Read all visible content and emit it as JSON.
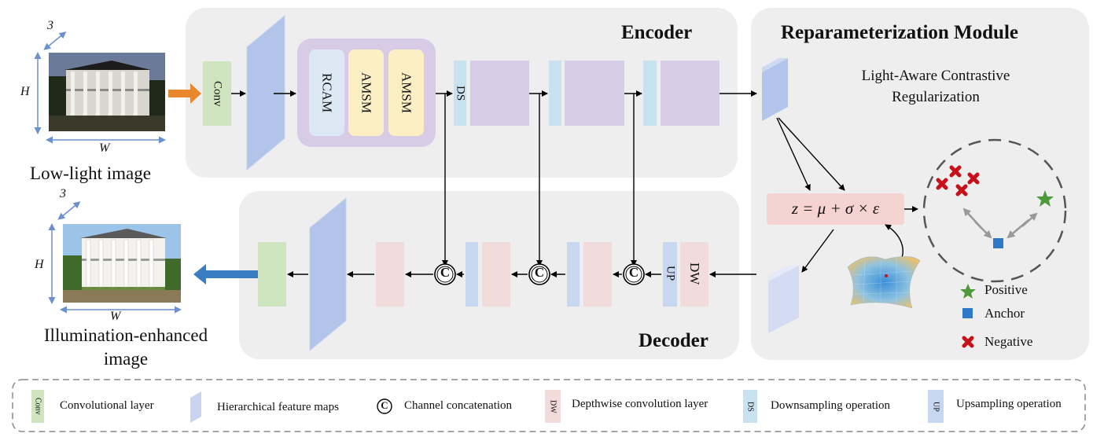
{
  "encoder": {
    "title": "Encoder"
  },
  "decoder": {
    "title": "Decoder"
  },
  "reparam": {
    "title": "Reparameterization Module",
    "lacr_line1": "Light-Aware Contrastive",
    "lacr_line2": "Regularization",
    "equation": "z = μ + σ × ε"
  },
  "blocks": {
    "conv": "Conv",
    "rcam": "RCAM",
    "amsm1": "AMSM",
    "amsm2": "AMSM",
    "ds": "DS",
    "up": "UP",
    "dw": "DW",
    "concat": "C"
  },
  "input": {
    "caption": "Low-light image",
    "dim_channels": "3",
    "dim_height": "H",
    "dim_width": "W"
  },
  "output": {
    "caption_line1": "Illumination-enhanced",
    "caption_line2": "image",
    "dim_channels": "3",
    "dim_height": "H",
    "dim_width": "W"
  },
  "scatter_legend": {
    "positive": "Positive",
    "anchor": "Anchor",
    "negative": "Negative"
  },
  "legend": {
    "conv_icon": "Conv",
    "conv": "Convolutional layer",
    "feature": "Hierarchical feature maps",
    "concat_icon": "C",
    "concat": "Channel concatenation",
    "dw_icon": "DW",
    "dw": "Depthwise convolution layer",
    "ds_icon": "DS",
    "ds": "Downsampling operation",
    "up_icon": "UP",
    "up": "Upsampling operation"
  },
  "colors": {
    "panel": "#eeeeee",
    "conv_green": "#cfe5c0",
    "rcam_blue": "#dde8f5",
    "amsm_yellow": "#fcefc4",
    "group_purple": "#d7cbe6",
    "feature_purple": "#d8cde6",
    "ds_blue": "#c8e2f0",
    "feature_blue": "#b3c4ea",
    "dw_pink": "#f1dbdb",
    "eq_pink": "#f4d3d0",
    "input_arrow": "#e8872b",
    "output_arrow": "#3a7dc0",
    "positive": "#4e9a3a",
    "anchor": "#2e78c8",
    "negative": "#c8101a"
  }
}
